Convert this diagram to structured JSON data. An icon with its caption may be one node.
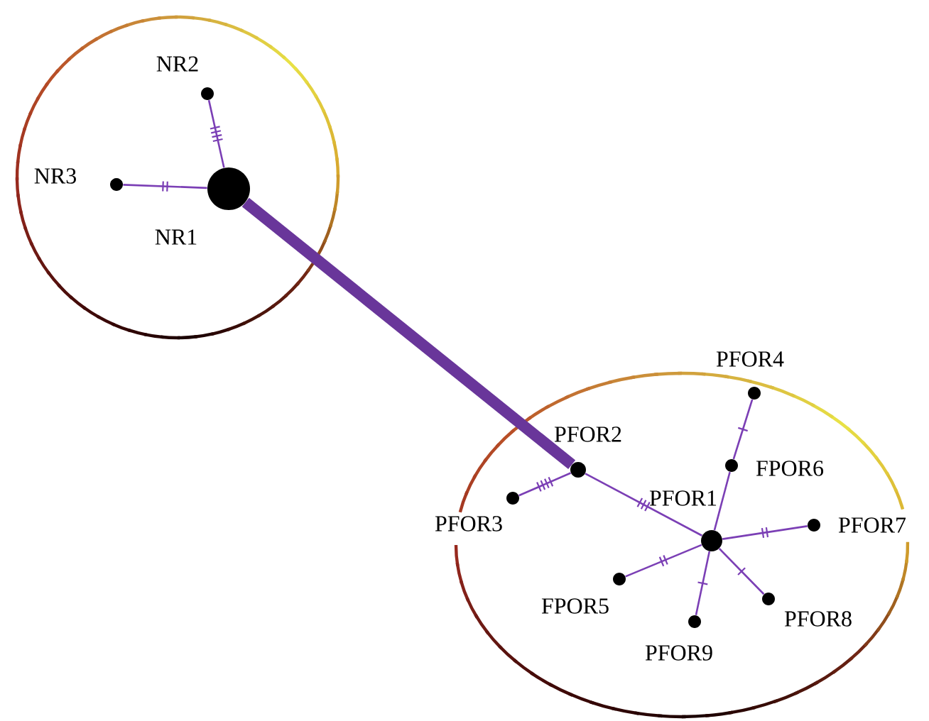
{
  "diagram": {
    "nodes": [
      {
        "text": [],
        "shape": "circle"
      },
      {
        "text": [],
        "shape": "circle",
        "beside": [
          "NR1"
        ],
        "in": 0
      },
      {
        "text": [],
        "shape": "circle",
        "beside": [
          "NR2"
        ],
        "in": 0
      },
      {
        "text": [],
        "shape": "circle",
        "beside": [
          "NR3"
        ],
        "in": 0
      },
      {
        "text": [],
        "shape": "circle"
      },
      {
        "text": [],
        "shape": "circle",
        "beside": [
          "PFOR2"
        ],
        "in": 4
      },
      {
        "text": [],
        "shape": "circle",
        "beside": [
          "PFOR3"
        ],
        "in": 4
      },
      {
        "text": [],
        "shape": "circle",
        "beside": [
          "PFOR1"
        ],
        "in": 4
      },
      {
        "text": [],
        "shape": "circle",
        "beside": [
          "PFOR4"
        ],
        "in": 4
      },
      {
        "text": [],
        "shape": "circle",
        "beside": [
          "FPOR6"
        ],
        "in": 4
      },
      {
        "text": [],
        "shape": "circle",
        "beside": [
          "PFOR7"
        ],
        "in": 4
      },
      {
        "text": [],
        "shape": "circle",
        "beside": [
          "FPOR5"
        ],
        "in": 4
      },
      {
        "text": [],
        "shape": "circle",
        "beside": [
          "PFOR9"
        ],
        "in": 4
      },
      {
        "text": [],
        "shape": "circle",
        "beside": [
          "PFOR8"
        ],
        "in": 4
      }
    ],
    "edges": [
      {
        "from": 1,
        "to": 2,
        "arrow": "none"
      },
      {
        "from": 1,
        "to": 3,
        "arrow": "none"
      },
      {
        "from": 1,
        "to": 5,
        "arrow": "none",
        "style": "thick"
      },
      {
        "from": 5,
        "to": 6,
        "arrow": "none"
      },
      {
        "from": 5,
        "to": 7,
        "arrow": "none"
      },
      {
        "from": 7,
        "to": 9,
        "arrow": "none"
      },
      {
        "from": 9,
        "to": 8,
        "arrow": "none"
      },
      {
        "from": 7,
        "to": 10,
        "arrow": "none"
      },
      {
        "from": 7,
        "to": 11,
        "arrow": "none"
      },
      {
        "from": 7,
        "to": 12,
        "arrow": "none"
      },
      {
        "from": 7,
        "to": 13,
        "arrow": "none"
      }
    ]
  }
}
